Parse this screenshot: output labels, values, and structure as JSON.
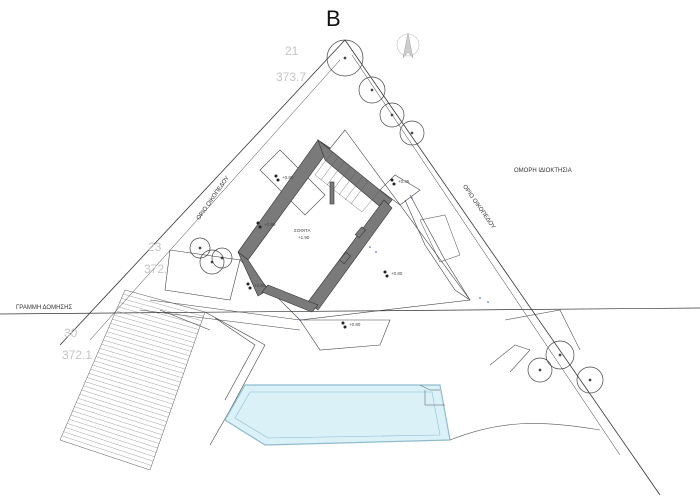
{
  "labels": {
    "north_letter": "B",
    "private_property": "ΟΜΟΡΗ ΙΔΙΟΚΤΗΣΙΑ",
    "plot_limit_left": "ΟΡΙΟ ΟΙΚΟΠΕΔΟΥ",
    "plot_limit_right": "ΟΡΙΟ ΟΙΚΟΠΕΔΟΥ",
    "building_line": "ΓΡΑΜΜΗ ΔΟΜΗΣΗΣ",
    "room_name": "ΣΟΦΙΤΑ",
    "room_level": "+1.90"
  },
  "contour_labels": [
    {
      "num": "21",
      "elev": "373.7"
    },
    {
      "num": "23",
      "elev": "372."
    },
    {
      "num": "30",
      "elev": "372.1"
    }
  ],
  "levels": [
    "+0.80",
    "+0.45",
    "+0.80",
    "+0.80",
    "+0.80",
    "+0.80"
  ],
  "colors": {
    "line": "#333333",
    "wall": "#7a7a7a",
    "pool_fill": "#d9f1f7",
    "pool_edge": "#8fbcd0",
    "faint": "#c4c4c4",
    "accent_dots": "#3355cc"
  }
}
